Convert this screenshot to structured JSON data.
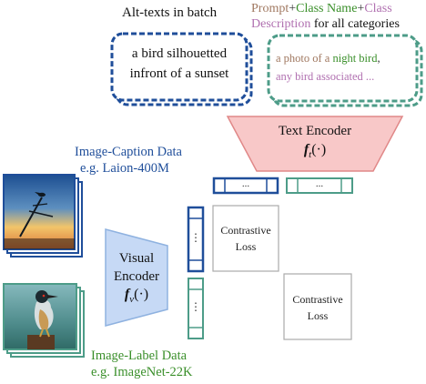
{
  "alt_text": {
    "heading": "Alt-texts in batch",
    "example_line1": "a bird silhouetted",
    "example_line2": "infront of a sunset"
  },
  "prompt_panel": {
    "heading_part1": "Prompt",
    "heading_plus1": "+",
    "heading_part2": "Class Name",
    "heading_plus2": "+",
    "heading_part3": "Class",
    "heading_line2_part1": "Description",
    "heading_line2_part2": " for all categories",
    "example_a": "a photo of a ",
    "example_b": "night bird",
    "example_c": ",",
    "example_d": "any bird associated ..."
  },
  "text_encoder": {
    "title": "Text Encoder",
    "symbol": "f",
    "subscript": "t",
    "arg": "(·)"
  },
  "visual_encoder": {
    "line1": "Visual",
    "line2": "Encoder",
    "symbol": "f",
    "subscript": "v",
    "arg": "(·)"
  },
  "image_caption_data": {
    "line1": "Image-Caption Data",
    "line2": "e.g. Laion-400M"
  },
  "image_label_data": {
    "line1": "Image-Label Data",
    "line2": "e.g. ImageNet-22K"
  },
  "contrastive_1": {
    "line1": "Contrastive",
    "line2": "Loss"
  },
  "contrastive_2": {
    "line1": "Contrastive",
    "line2": "Loss"
  },
  "embedding_dots": {
    "horizontal": "...",
    "vertical": "⋮"
  },
  "colors": {
    "blue": "#1f4e9a",
    "teal": "#4d9c88",
    "green": "#3a8f2a",
    "brown": "#a07860",
    "purple": "#b070b0",
    "pink_fill": "#f8c8c8",
    "pink_stroke": "#e08888",
    "visual_fill": "#c6d9f5",
    "loss_stroke": "#aaaaaa"
  }
}
